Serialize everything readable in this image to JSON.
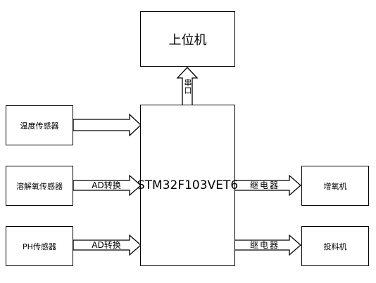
{
  "boxes": {
    "host": "上位机",
    "mcu": "STM32F103VET6",
    "temp_sensor": "温度传感器",
    "do_sensor": "溶解氧传感器",
    "ph_sensor": "PH传感器",
    "aerator": "增氧机",
    "feeder": "投料机"
  },
  "connections": {
    "serial_label": "串口",
    "do_ad_label": "AD转换",
    "ph_ad_label": "AD转换",
    "relay_aerator_label": "继电器",
    "relay_feeder_label": "继电器"
  }
}
